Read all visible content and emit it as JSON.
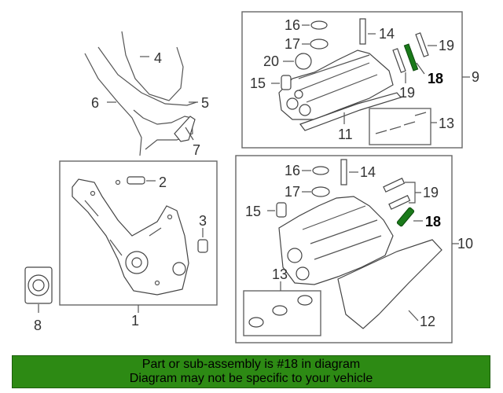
{
  "callouts": {
    "c1": "1",
    "c2": "2",
    "c3": "3",
    "c4": "4",
    "c5": "5",
    "c6": "6",
    "c7": "7",
    "c8": "8",
    "c9": "9",
    "c10": "10",
    "c11": "11",
    "c12": "12",
    "c13a": "13",
    "c13b": "13",
    "c14a": "14",
    "c14b": "14",
    "c15a": "15",
    "c15b": "15",
    "c16a": "16",
    "c16b": "16",
    "c17a": "17",
    "c17b": "17",
    "c18a": "18",
    "c18b": "18",
    "c19a": "19",
    "c19b": "19",
    "c19c": "19",
    "c20": "20"
  },
  "highlight_part": "18",
  "colors": {
    "note_bar": "#2d8a14",
    "highlight_part": "#1a7a1a"
  },
  "note": {
    "line1": "Part or sub-assembly is #18 in diagram",
    "line2": "Diagram may not be specific to your vehicle"
  }
}
